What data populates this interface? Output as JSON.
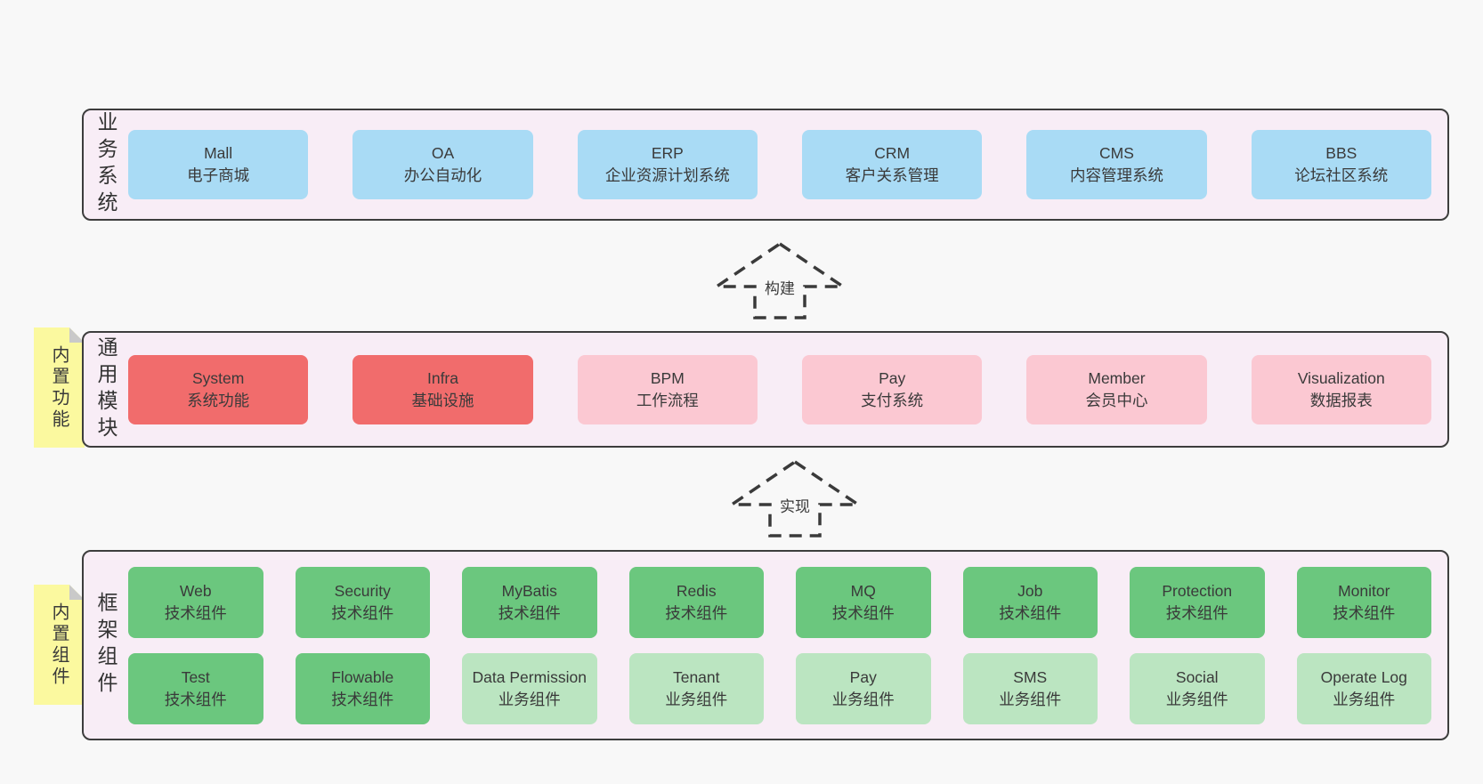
{
  "diagram": {
    "arrows": [
      {
        "label": "构建"
      },
      {
        "label": "实现"
      }
    ],
    "business": {
      "label": "业务系统",
      "boxes": [
        {
          "name": "Mall",
          "desc": "电子商城"
        },
        {
          "name": "OA",
          "desc": "办公自动化"
        },
        {
          "name": "ERP",
          "desc": "企业资源计划系统"
        },
        {
          "name": "CRM",
          "desc": "客户关系管理"
        },
        {
          "name": "CMS",
          "desc": "内容管理系统"
        },
        {
          "name": "BBS",
          "desc": "论坛社区系统"
        }
      ]
    },
    "modules": {
      "label": "通用模块",
      "sticky": "内置功能",
      "boxes": [
        {
          "name": "System",
          "desc": "系统功能"
        },
        {
          "name": "Infra",
          "desc": "基础设施"
        },
        {
          "name": "BPM",
          "desc": "工作流程"
        },
        {
          "name": "Pay",
          "desc": "支付系统"
        },
        {
          "name": "Member",
          "desc": "会员中心"
        },
        {
          "name": "Visualization",
          "desc": "数据报表"
        }
      ]
    },
    "framework": {
      "label": "框架组件",
      "sticky": "内置组件",
      "row1": [
        {
          "name": "Web",
          "desc": "技术组件"
        },
        {
          "name": "Security",
          "desc": "技术组件"
        },
        {
          "name": "MyBatis",
          "desc": "技术组件"
        },
        {
          "name": "Redis",
          "desc": "技术组件"
        },
        {
          "name": "MQ",
          "desc": "技术组件"
        },
        {
          "name": "Job",
          "desc": "技术组件"
        },
        {
          "name": "Protection",
          "desc": "技术组件"
        },
        {
          "name": "Monitor",
          "desc": "技术组件"
        }
      ],
      "row2": [
        {
          "name": "Test",
          "desc": "技术组件"
        },
        {
          "name": "Flowable",
          "desc": "技术组件"
        },
        {
          "name": "Data Permission",
          "desc": "业务组件"
        },
        {
          "name": "Tenant",
          "desc": "业务组件"
        },
        {
          "name": "Pay",
          "desc": "业务组件"
        },
        {
          "name": "SMS",
          "desc": "业务组件"
        },
        {
          "name": "Social",
          "desc": "业务组件"
        },
        {
          "name": "Operate Log",
          "desc": "业务组件"
        }
      ]
    }
  },
  "colors": {
    "page_bg": "#f8f8f8",
    "panel_bg": "#f8edf6",
    "panel_border": "#3d3d3d",
    "blue_box": "#a9dbf5",
    "red_box": "#f16c6c",
    "pink_box": "#fbc8d2",
    "green_box": "#6bc77e",
    "light_green_box": "#bbe5c1",
    "sticky_bg": "#fbf99f",
    "sticky_fold": "#c9c9c9",
    "text": "#3d3d3d"
  }
}
